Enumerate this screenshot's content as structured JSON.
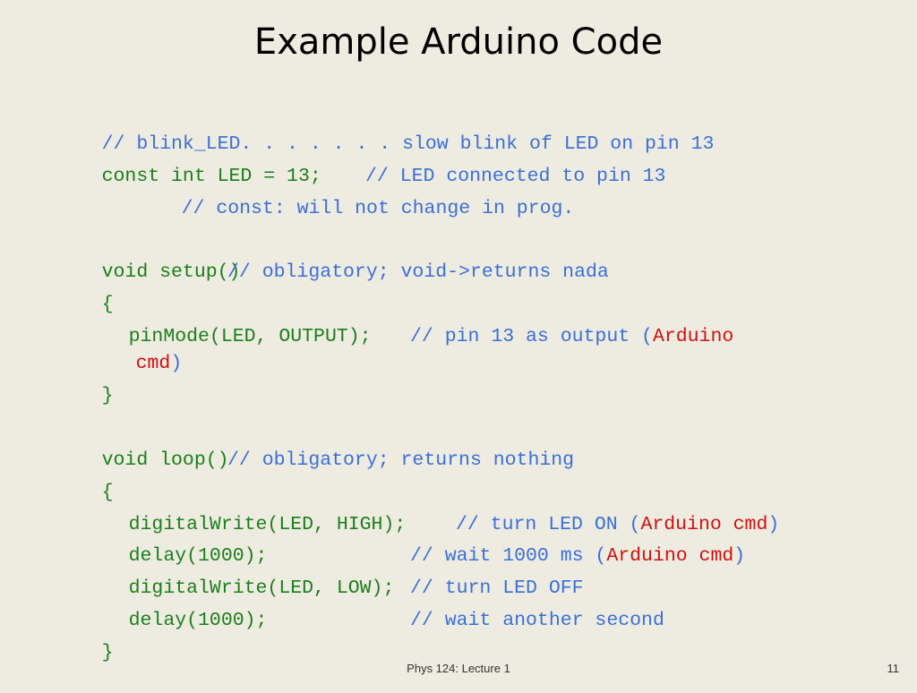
{
  "title": "Example Arduino Code",
  "colors": {
    "background": "#eeece1",
    "code": "#1a7f1a",
    "comment": "#3a6fd8",
    "arduino_cmd": "#d01010"
  },
  "code": {
    "l1_comment": "// blink_LED. . . . . . . slow blink of LED on pin 13",
    "l2_code": "const int LED = 13;",
    "l2_comment": "// LED connected to pin 13",
    "l3_comment": "// const: will not change in prog.",
    "l5_code": "void setup()",
    "l5_comment": "// obligatory; void->returns nada",
    "l6_brace": "{",
    "l7_code": "pinMode(LED, OUTPUT);",
    "l7_comment": "// pin 13 as output (",
    "l7_red": "Arduino",
    "l8_red": "cmd",
    "l8_comment": ")",
    "l9_brace": "}",
    "l11_code": "void loop()",
    "l11_comment": "// obligatory; returns nothing",
    "l12_brace": "{",
    "l13_code": "digitalWrite(LED, HIGH);",
    "l13_comment": "// turn LED ON (",
    "l13_red": "Arduino cmd",
    "l13_close": ")",
    "l14_code": "delay(1000);",
    "l14_comment": "// wait 1000 ms (",
    "l14_red": "Arduino cmd",
    "l14_close": ")",
    "l15_code": "digitalWrite(LED, LOW);",
    "l15_comment": "// turn LED OFF",
    "l16_code": "delay(1000);",
    "l16_comment": "// wait another second",
    "l17_brace": "}"
  },
  "footer": {
    "text": "Phys 124: Lecture 1",
    "page": "11"
  }
}
